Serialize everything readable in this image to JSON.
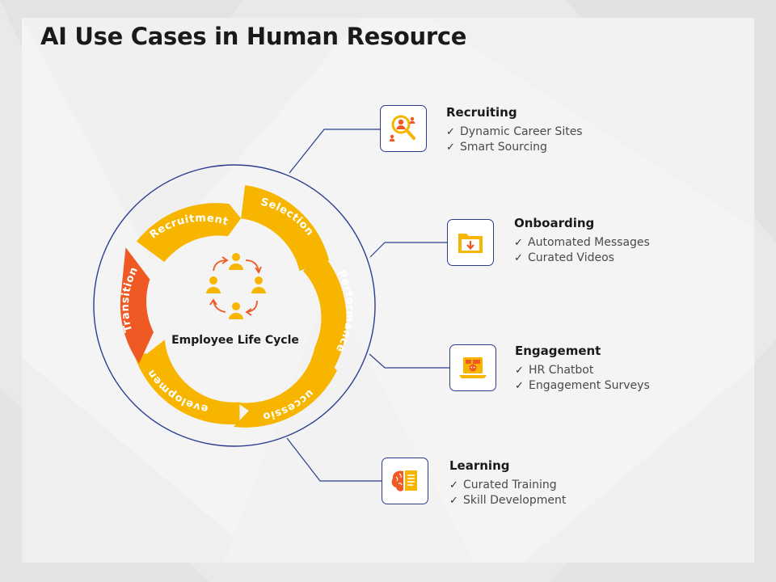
{
  "title": "AI Use Cases in Human Resource",
  "cycle": {
    "center": "Employee Life Cycle",
    "segments": [
      "Recruitment",
      "Selection",
      "Performance",
      "Succession",
      "Development",
      "Transition"
    ],
    "colors": {
      "yellow": "#f7b500",
      "orange": "#ef5a24",
      "ring": "#2c3e8f"
    }
  },
  "cases": [
    {
      "title": "Recruiting",
      "icon": "search-person-icon",
      "items": [
        "Dynamic Career Sites",
        "Smart Sourcing"
      ]
    },
    {
      "title": "Onboarding",
      "icon": "folder-download-icon",
      "items": [
        "Automated Messages",
        "Curated Videos"
      ]
    },
    {
      "title": "Engagement",
      "icon": "chatbot-laptop-icon",
      "items": [
        "HR Chatbot",
        "Engagement Surveys"
      ]
    },
    {
      "title": "Learning",
      "icon": "brain-book-icon",
      "items": [
        "Curated Training",
        "Skill Development"
      ]
    }
  ]
}
